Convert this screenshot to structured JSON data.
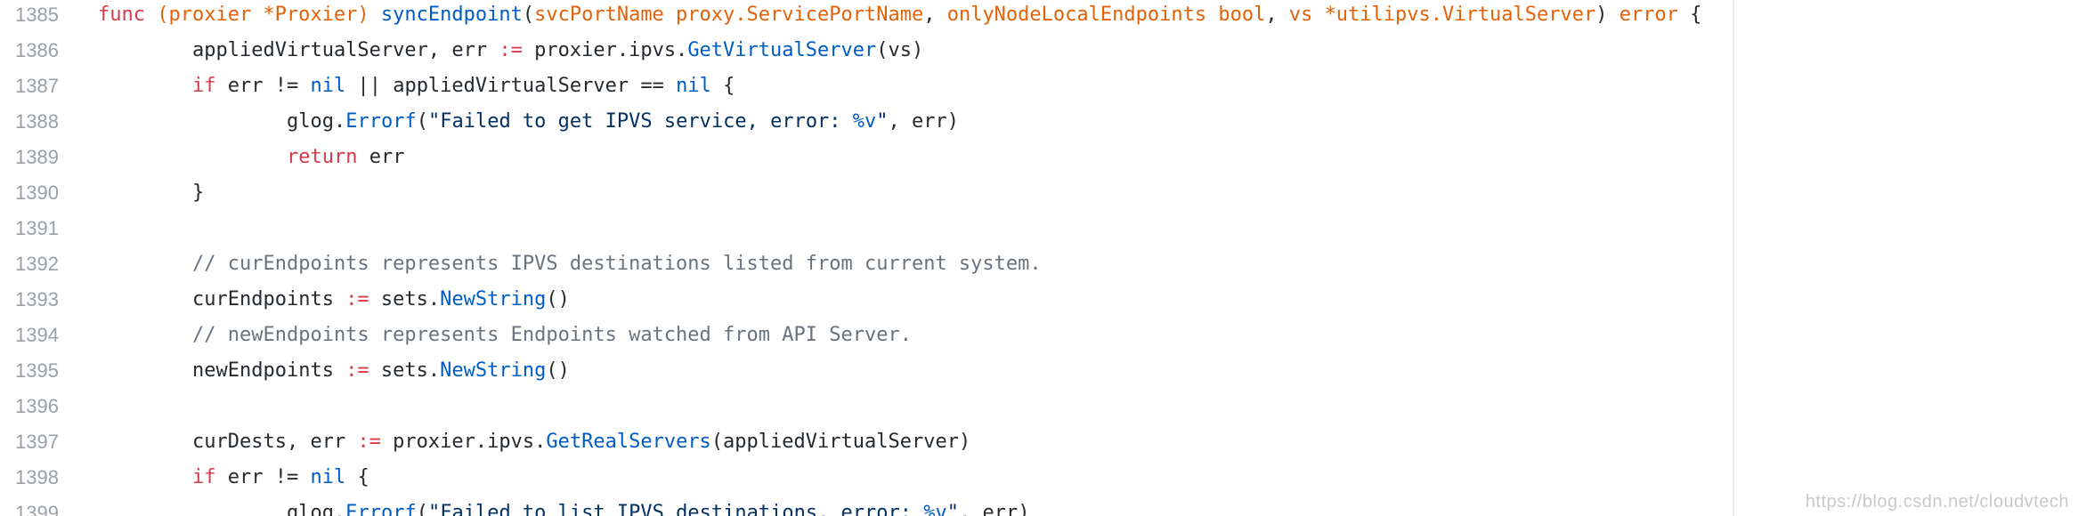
{
  "colors": {
    "background": "#ffffff",
    "keyword": "#d73a49",
    "function": "#005cc5",
    "type": "#e36209",
    "string": "#032f62",
    "comment": "#6a737d",
    "plain": "#24292e",
    "line_number": "#9aa0a6"
  },
  "lines": [
    {
      "n": "1385",
      "indent": 0,
      "tokens": [
        {
          "t": "func",
          "c": "k-kw"
        },
        {
          "t": " ",
          "c": "k-plain"
        },
        {
          "t": "(proxier *Proxier)",
          "c": "k-type"
        },
        {
          "t": " ",
          "c": "k-plain"
        },
        {
          "t": "syncEndpoint",
          "c": "k-func"
        },
        {
          "t": "(",
          "c": "k-plain"
        },
        {
          "t": "svcPortName proxy.ServicePortName",
          "c": "k-type"
        },
        {
          "t": ", ",
          "c": "k-plain"
        },
        {
          "t": "onlyNodeLocalEndpoints bool",
          "c": "k-type"
        },
        {
          "t": ", ",
          "c": "k-plain"
        },
        {
          "t": "vs *utilipvs.VirtualServer",
          "c": "k-type"
        },
        {
          "t": ") ",
          "c": "k-plain"
        },
        {
          "t": "error",
          "c": "k-type"
        },
        {
          "t": " {",
          "c": "k-plain"
        }
      ]
    },
    {
      "n": "1386",
      "indent": 1,
      "tokens": [
        {
          "t": "appliedVirtualServer, err ",
          "c": "k-plain"
        },
        {
          "t": ":=",
          "c": "k-op"
        },
        {
          "t": " proxier.ipvs.",
          "c": "k-plain"
        },
        {
          "t": "GetVirtualServer",
          "c": "k-func"
        },
        {
          "t": "(vs)",
          "c": "k-plain"
        }
      ]
    },
    {
      "n": "1387",
      "indent": 1,
      "tokens": [
        {
          "t": "if",
          "c": "k-kw"
        },
        {
          "t": " err != ",
          "c": "k-plain"
        },
        {
          "t": "nil",
          "c": "k-func"
        },
        {
          "t": " || appliedVirtualServer == ",
          "c": "k-plain"
        },
        {
          "t": "nil",
          "c": "k-func"
        },
        {
          "t": " {",
          "c": "k-plain"
        }
      ]
    },
    {
      "n": "1388",
      "indent": 2,
      "tokens": [
        {
          "t": "glog.",
          "c": "k-plain"
        },
        {
          "t": "Errorf",
          "c": "k-func"
        },
        {
          "t": "(",
          "c": "k-plain"
        },
        {
          "t": "\"Failed to get IPVS service, error: ",
          "c": "k-str"
        },
        {
          "t": "%v",
          "c": "k-func"
        },
        {
          "t": "\"",
          "c": "k-str"
        },
        {
          "t": ", err)",
          "c": "k-plain"
        }
      ]
    },
    {
      "n": "1389",
      "indent": 2,
      "tokens": [
        {
          "t": "return",
          "c": "k-kw"
        },
        {
          "t": " err",
          "c": "k-plain"
        }
      ]
    },
    {
      "n": "1390",
      "indent": 1,
      "tokens": [
        {
          "t": "}",
          "c": "k-plain"
        }
      ]
    },
    {
      "n": "1391",
      "indent": 0,
      "tokens": []
    },
    {
      "n": "1392",
      "indent": 1,
      "tokens": [
        {
          "t": "// curEndpoints represents IPVS destinations listed from current system.",
          "c": "k-com"
        }
      ]
    },
    {
      "n": "1393",
      "indent": 1,
      "tokens": [
        {
          "t": "curEndpoints ",
          "c": "k-plain"
        },
        {
          "t": ":=",
          "c": "k-op"
        },
        {
          "t": " sets.",
          "c": "k-plain"
        },
        {
          "t": "NewString",
          "c": "k-func"
        },
        {
          "t": "()",
          "c": "k-plain"
        }
      ]
    },
    {
      "n": "1394",
      "indent": 1,
      "tokens": [
        {
          "t": "// newEndpoints represents Endpoints watched from API Server.",
          "c": "k-com"
        }
      ]
    },
    {
      "n": "1395",
      "indent": 1,
      "tokens": [
        {
          "t": "newEndpoints ",
          "c": "k-plain"
        },
        {
          "t": ":=",
          "c": "k-op"
        },
        {
          "t": " sets.",
          "c": "k-plain"
        },
        {
          "t": "NewString",
          "c": "k-func"
        },
        {
          "t": "()",
          "c": "k-plain"
        }
      ]
    },
    {
      "n": "1396",
      "indent": 0,
      "tokens": []
    },
    {
      "n": "1397",
      "indent": 1,
      "tokens": [
        {
          "t": "curDests, err ",
          "c": "k-plain"
        },
        {
          "t": ":=",
          "c": "k-op"
        },
        {
          "t": " proxier.ipvs.",
          "c": "k-plain"
        },
        {
          "t": "GetRealServers",
          "c": "k-func"
        },
        {
          "t": "(appliedVirtualServer)",
          "c": "k-plain"
        }
      ]
    },
    {
      "n": "1398",
      "indent": 1,
      "tokens": [
        {
          "t": "if",
          "c": "k-kw"
        },
        {
          "t": " err != ",
          "c": "k-plain"
        },
        {
          "t": "nil",
          "c": "k-func"
        },
        {
          "t": " {",
          "c": "k-plain"
        }
      ]
    },
    {
      "n": "1399",
      "indent": 2,
      "tokens": [
        {
          "t": "glog.",
          "c": "k-plain"
        },
        {
          "t": "Errorf",
          "c": "k-func"
        },
        {
          "t": "(",
          "c": "k-plain"
        },
        {
          "t": "\"Failed to list IPVS destinations, error: ",
          "c": "k-str"
        },
        {
          "t": "%v",
          "c": "k-func"
        },
        {
          "t": "\"",
          "c": "k-str"
        },
        {
          "t": ", err)",
          "c": "k-plain"
        }
      ]
    }
  ],
  "watermark": "https://blog.csdn.net/cloudvtech"
}
